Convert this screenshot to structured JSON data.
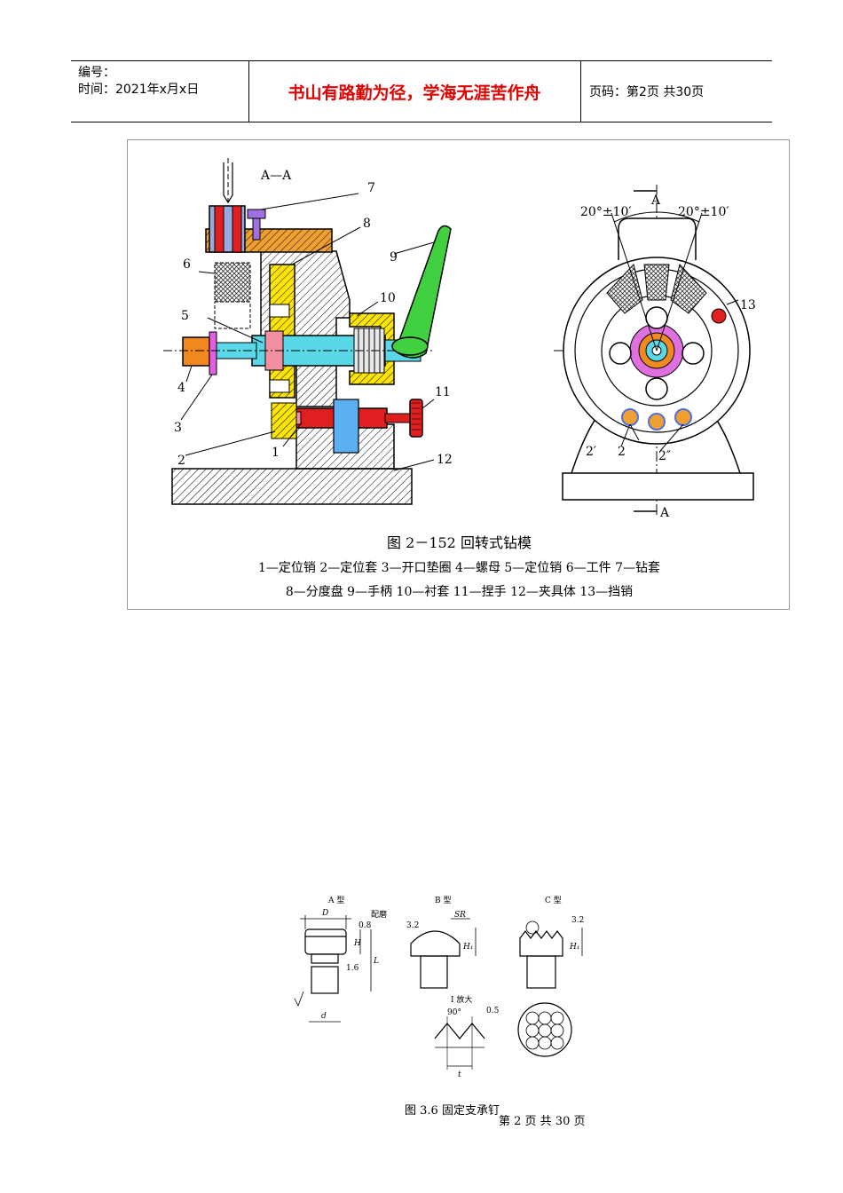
{
  "header": {
    "number_label": "编号：",
    "time_label": "时间：2021年x月x日",
    "motto": "书山有路勤为径，学海无涯苦作舟",
    "page_info": "页码：第2页  共30页"
  },
  "figure1": {
    "section_label": "A—A",
    "caption": "图 2－152    回转式钻模",
    "legend_line1": "1—定位销  2—定位套  3—开口垫圈  4—螺母  5—定位销  6—工件  7—钻套",
    "legend_line2": "8—分度盘  9—手柄  10—衬套  11—捏手  12—夹具体  13—挡销",
    "labels": {
      "n1": "1",
      "n2": "2",
      "n3": "3",
      "n4": "4",
      "n5": "5",
      "n6": "6",
      "n7": "7",
      "n8": "8",
      "n9": "9",
      "n10": "10",
      "n11": "11",
      "n12": "12",
      "n13": "13",
      "angle_left": "20°±10′",
      "angle_right": "20°±10′",
      "view_a_top": "A",
      "view_a_bottom": "A",
      "n2p": "2′",
      "n2b": "2",
      "n2pp": "2″"
    }
  },
  "figure2": {
    "type_a": "A 型",
    "type_b": "B 型",
    "type_c": "C 型",
    "dim_D": "D",
    "dim_d": "d",
    "dim_H": "H",
    "dim_L": "L",
    "dim_SR": "SR",
    "dim_H1b": "H₁",
    "dim_H1c": "H₁",
    "roughness_08": "0.8",
    "fit_note": "配磨",
    "roughness_16": "1.6",
    "roughness_32b": "3.2",
    "roughness_32c": "3.2",
    "detail_label": "I 放大",
    "angle_90": "90°",
    "dim_05": "0.5",
    "dim_t": "t",
    "caption": "图   3.6  固定支承钉"
  },
  "footer": {
    "page_text": "第 2 页 共 30 页"
  }
}
